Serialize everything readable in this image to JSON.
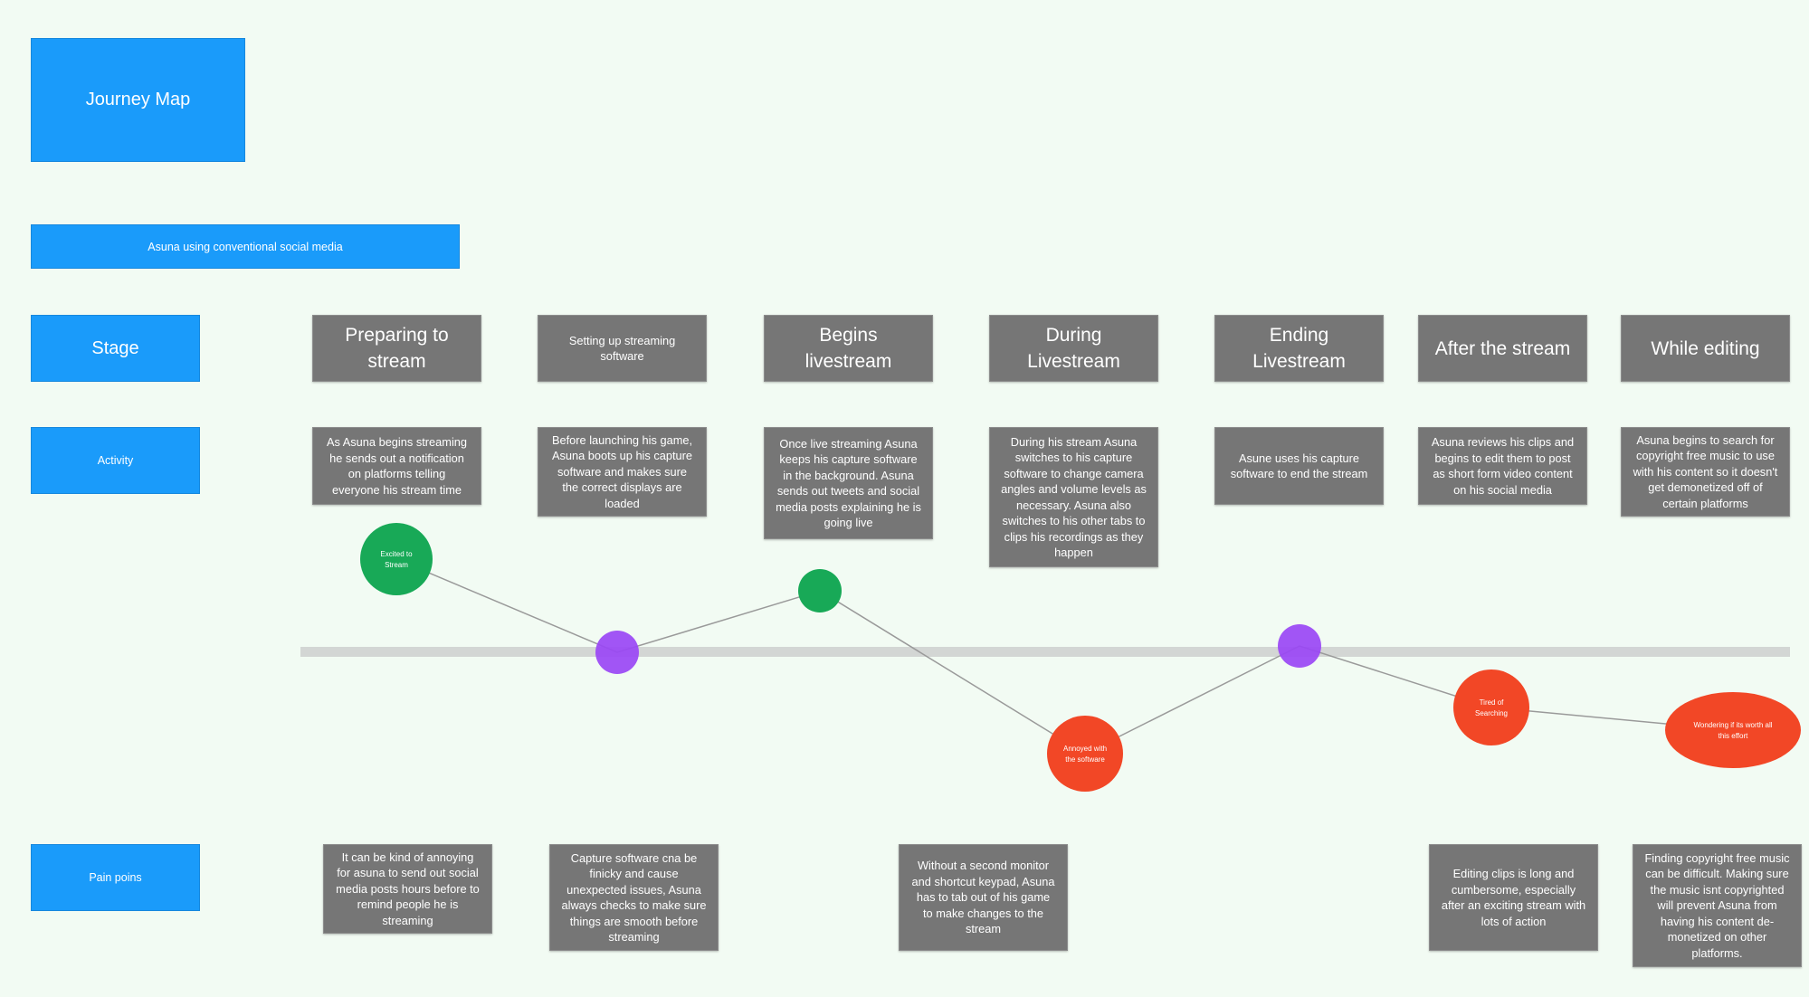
{
  "title": "Journey Map",
  "subtitle": "Asuna using conventional social media",
  "row_labels": {
    "stage": "Stage",
    "activity": "Activity",
    "pain": "Pain poins"
  },
  "stages": [
    {
      "name": "Preparing to stream",
      "activity": "As Asuna begins streaming he sends out a notification on platforms telling everyone his stream time"
    },
    {
      "name": "Setting up streaming software",
      "activity": "Before launching his game, Asuna boots up his capture software and makes sure the correct displays are loaded"
    },
    {
      "name": "Begins livestream",
      "activity": "Once live streaming Asuna keeps his capture software in the background. Asuna sends out tweets and social media posts explaining he is going live"
    },
    {
      "name": "During Livestream",
      "activity": "During his stream Asuna switches to his capture software to change camera angles and volume levels as necessary. Asuna also switches to his other tabs to clips his recordings as they happen"
    },
    {
      "name": "Ending Livestream",
      "activity": "Asune uses his capture software to end the stream"
    },
    {
      "name": "After the stream",
      "activity": "Asuna reviews his clips and begins to edit them to post as short form video content on his social media"
    },
    {
      "name": "While editing",
      "activity": "Asuna begins to search for copyright free music to use with his content so it doesn't get demonetized off of certain platforms"
    }
  ],
  "pain_points": [
    {
      "text": "It can be kind of annoying for asuna to send out social media posts hours before to remind people he is streaming"
    },
    {
      "text": "Capture software cna be finicky and cause unexpected issues, Asuna always checks to make sure things are smooth before streaming"
    },
    {
      "text": "Without a second monitor and shortcut keypad, Asuna has to tab out of his game to make changes to the stream"
    },
    {
      "text": "Editing clips is long and cumbersome, especially after an exciting stream with lots of action"
    },
    {
      "text": "Finding copyright free music can be difficult. Making sure the music isnt copyrighted will prevent Asuna from having his content de-monetized on other platforms."
    }
  ],
  "emotion_points": [
    {
      "label_lines": [
        "Excited to",
        "Stream"
      ],
      "sentiment": "positive",
      "color": "#18a957"
    },
    {
      "label_lines": [],
      "sentiment": "neutral",
      "color": "#9a46f5"
    },
    {
      "label_lines": [],
      "sentiment": "positive",
      "color": "#18a957"
    },
    {
      "label_lines": [
        "Annoyed with",
        "the software"
      ],
      "sentiment": "negative",
      "color": "#f24726"
    },
    {
      "label_lines": [],
      "sentiment": "neutral",
      "color": "#9a46f5"
    },
    {
      "label_lines": [
        "Tired of",
        "Searching"
      ],
      "sentiment": "negative",
      "color": "#f24726"
    },
    {
      "label_lines": [
        "Wondering if its worth all",
        "this effort"
      ],
      "sentiment": "negative",
      "color": "#f24726"
    }
  ],
  "colors": {
    "header": "#1a9bfa",
    "card": "#767676",
    "baseline": "#d3d6d4",
    "connector": "#9a9a9a",
    "background": "#f2fbf3"
  }
}
